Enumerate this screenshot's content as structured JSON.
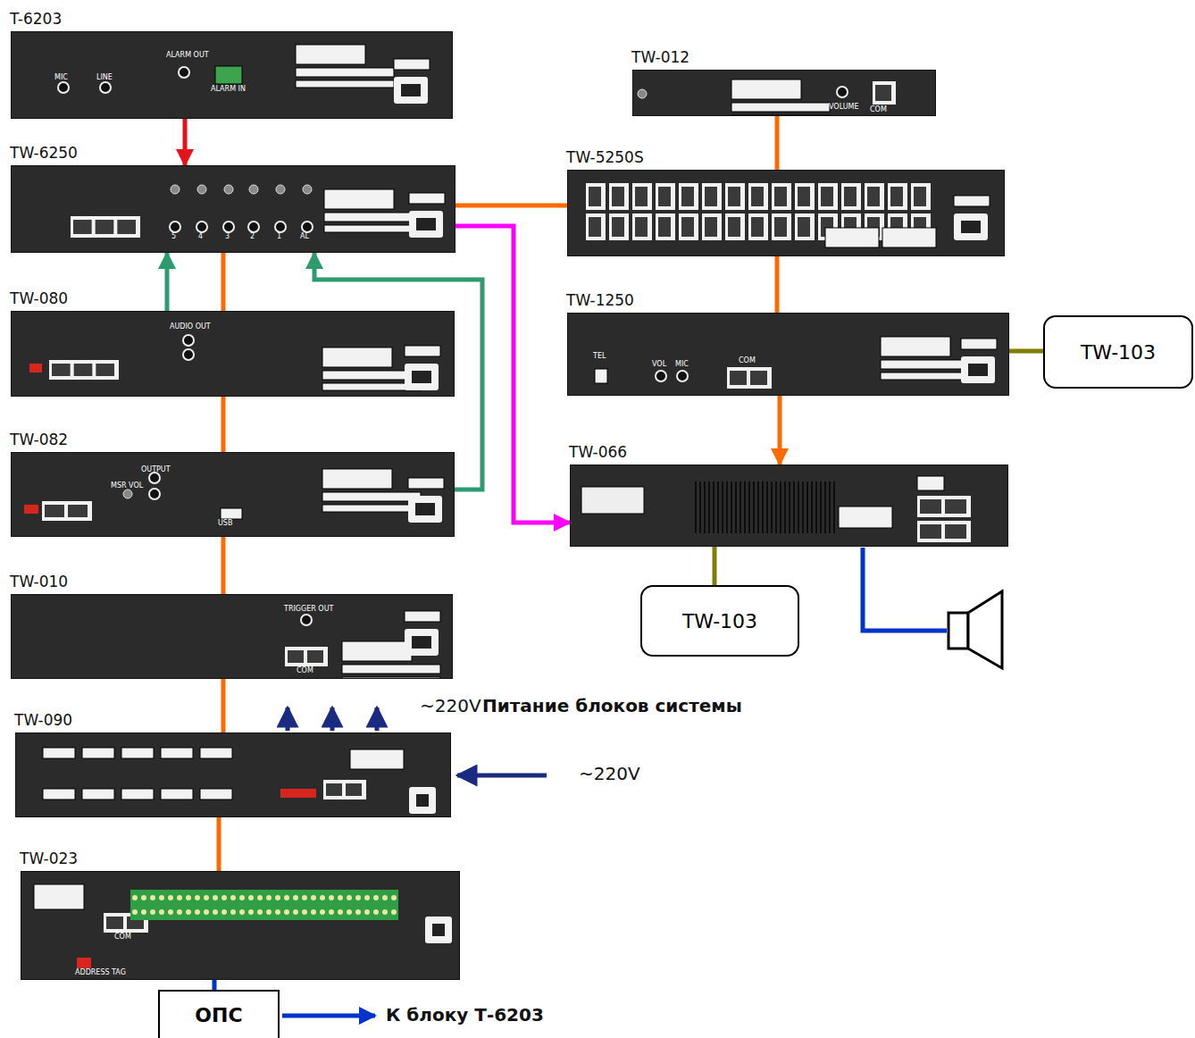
{
  "diagram": {
    "nodes": [
      {
        "text": [
          "T-6203"
        ]
      },
      {
        "text": [
          "TW-012"
        ]
      },
      {
        "text": [
          "TW-6250"
        ]
      },
      {
        "text": [
          "TW-5250S"
        ]
      },
      {
        "text": [
          "TW-080"
        ]
      },
      {
        "text": [
          "TW-1250"
        ]
      },
      {
        "text": [
          "TW-103"
        ]
      },
      {
        "text": [
          "TW-082"
        ]
      },
      {
        "text": [
          "TW-066"
        ]
      },
      {
        "text": [
          "TW-010"
        ]
      },
      {
        "text": [
          "TW-103"
        ]
      },
      {
        "text": [
          "TW-090"
        ]
      },
      {
        "text": [
          "TW-023"
        ]
      },
      {
        "text": [
          "ОПС"
        ]
      }
    ],
    "edges": [
      {
        "from": 0,
        "to": 2,
        "arrow": "to"
      },
      {
        "from": 2,
        "to": 3,
        "arrow": "none"
      },
      {
        "from": 1,
        "to": 3,
        "arrow": "none"
      },
      {
        "from": 3,
        "to": 5,
        "arrow": "none"
      },
      {
        "from": 5,
        "to": 8,
        "arrow": "to"
      },
      {
        "from": 5,
        "to": 6,
        "arrow": "none"
      },
      {
        "from": 8,
        "to": 10,
        "arrow": "none"
      },
      {
        "from": 2,
        "to": 8,
        "arrow": "to"
      },
      {
        "from": 4,
        "to": 2,
        "arrow": "to"
      },
      {
        "from": 2,
        "to": 4,
        "arrow": "none"
      },
      {
        "from": 4,
        "to": 7,
        "arrow": "none"
      },
      {
        "from": 7,
        "to": 2,
        "arrow": "to"
      },
      {
        "from": 7,
        "to": 9,
        "arrow": "none"
      },
      {
        "from": 9,
        "to": 11,
        "arrow": "none"
      },
      {
        "from": 11,
        "to": 12,
        "arrow": "none"
      },
      {
        "from": 13,
        "to": 12,
        "arrow": "none"
      }
    ],
    "labels": [
      "~220V",
      "Питание блоков системы",
      "~220V",
      "К блоку Т-6203",
      "MIC",
      "LINE",
      "ALARM OUT",
      "ALARM IN",
      "VOLUME",
      "COM",
      "5",
      "4",
      "3",
      "2",
      "1",
      "AL",
      "AUDIO OUT",
      "TEL",
      "VOL",
      "MIC",
      "COM",
      "MSR VOL",
      "OUTPUT",
      "USB",
      "TRIGGER OUT",
      "COM",
      "ADDRESS TAG",
      "COM"
    ]
  }
}
